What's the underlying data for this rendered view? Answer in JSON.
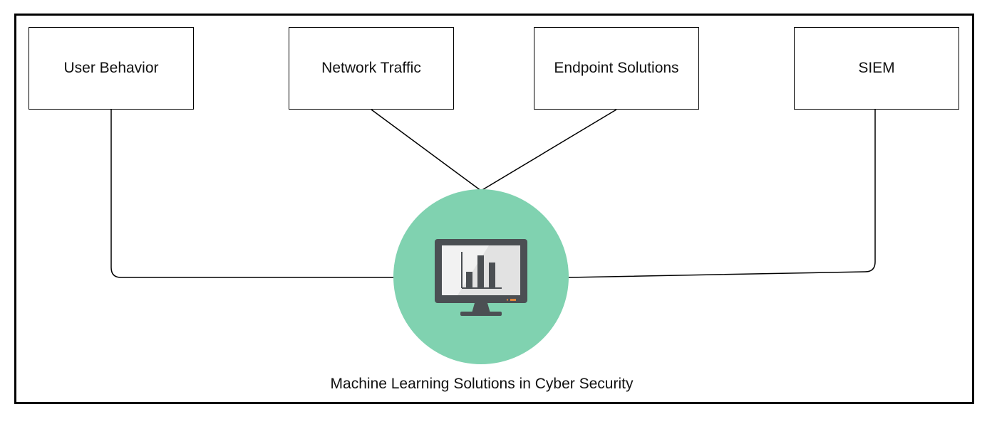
{
  "nodes": {
    "user_behavior": "User Behavior",
    "network_traffic": "Network Traffic",
    "endpoint_solutions": "Endpoint Solutions",
    "siem": "SIEM"
  },
  "hub": {
    "icon": "monitor-bar-chart-icon",
    "caption": "Machine Learning Solutions in Cyber Security"
  },
  "colors": {
    "hub_fill": "#80d2b0",
    "monitor_body": "#4b4f53",
    "monitor_screen": "#f2f2f2",
    "border": "#000000"
  }
}
